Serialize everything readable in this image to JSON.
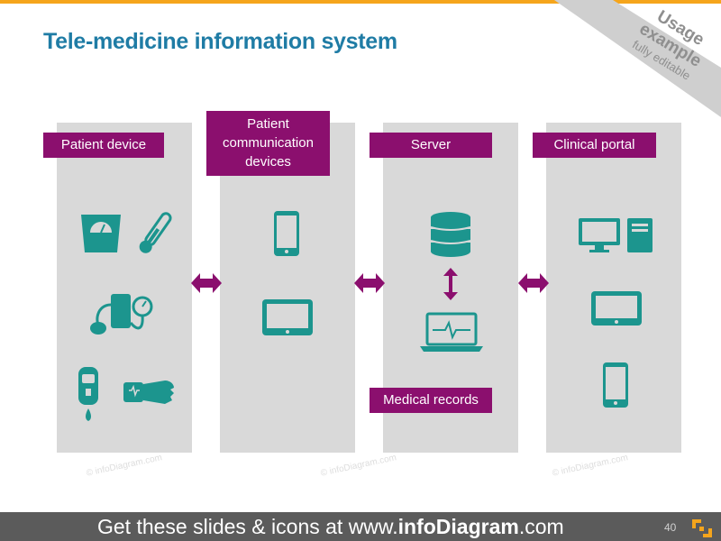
{
  "title": "Tele-medicine information system",
  "ribbon": {
    "line1": "Usage",
    "line2": "example",
    "line3": "fully editable"
  },
  "columns": [
    {
      "label": "Patient device"
    },
    {
      "label_lines": [
        "Patient",
        "communication",
        "devices"
      ]
    },
    {
      "label": "Server",
      "bottom_label": "Medical records"
    },
    {
      "label": "Clinical portal"
    }
  ],
  "watermark": "© infoDiagram.com",
  "footer": {
    "prefix": "Get these slides & icons at www.",
    "brand": "infoDiagram",
    "suffix": ".com",
    "page": "40"
  },
  "colors": {
    "teal": "#1c958e",
    "purple": "#8b0f6e",
    "gray": "#d9d9d9",
    "title": "#1f7ca5",
    "accent": "#f5a51c"
  },
  "icons": {
    "column1": [
      "scale-icon",
      "thermometer-icon",
      "blood-pressure-icon",
      "glucometer-icon",
      "wrist-monitor-icon"
    ],
    "column2": [
      "smartphone-icon",
      "tablet-icon"
    ],
    "column3": [
      "database-icon",
      "updown-arrow-icon",
      "laptop-ecg-icon"
    ],
    "column4": [
      "desktop-computer-icon",
      "tablet-icon",
      "smartphone-icon"
    ]
  }
}
